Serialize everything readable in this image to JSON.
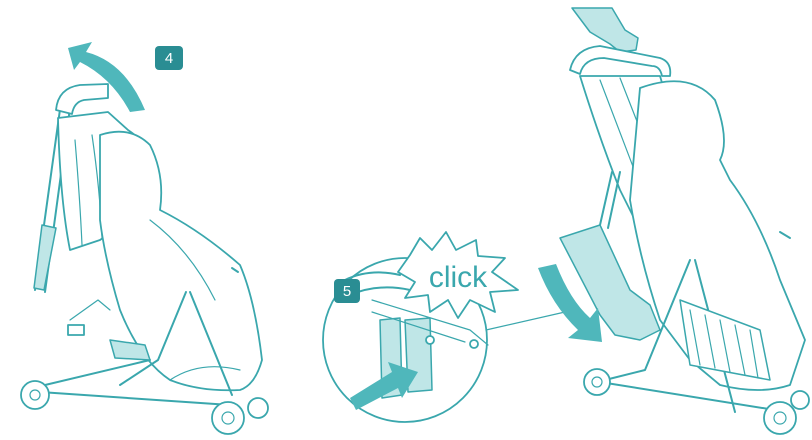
{
  "steps": {
    "step4_label": "4",
    "step5_label": "5"
  },
  "callout": {
    "click_text": "click"
  },
  "colors": {
    "accent": "#3aa7ad",
    "accent_fill": "#4fb7bb",
    "light_fill": "#bfe6e7",
    "badge": "#2a8d93"
  }
}
